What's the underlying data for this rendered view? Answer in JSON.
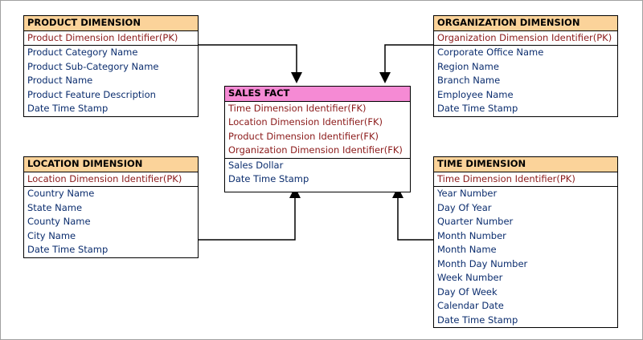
{
  "product": {
    "header": "PRODUCT DIMENSION",
    "pk": "Product Dimension Identifier(PK)",
    "attributes": [
      "Product Category Name",
      "Product Sub-Category Name",
      "Product Name",
      "Product Feature Description",
      "Date Time Stamp"
    ]
  },
  "organization": {
    "header": "ORGANIZATION DIMENSION",
    "pk": "Organization Dimension Identifier(PK)",
    "attributes": [
      "Corporate Office Name",
      "Region Name",
      "Branch Name",
      "Employee Name",
      "Date Time Stamp"
    ]
  },
  "sales_fact": {
    "header": "SALES FACT",
    "fks": [
      "Time Dimension Identifier(FK)",
      "Location Dimension Identifier(FK)",
      "Product Dimension Identifier(FK)",
      "Organization Dimension Identifier(FK)"
    ],
    "attributes": [
      "Sales Dollar",
      "Date Time Stamp"
    ]
  },
  "location": {
    "header": "LOCATION DIMENSION",
    "pk": "Location Dimension Identifier(PK)",
    "attributes": [
      "Country Name",
      "State Name",
      "County Name",
      "City Name",
      "Date Time Stamp"
    ]
  },
  "time": {
    "header": "TIME DIMENSION",
    "pk": "Time Dimension Identifier(PK)",
    "attributes": [
      "Year Number",
      "Day Of Year",
      "Quarter Number",
      "Month Number",
      "Month Name",
      "Month Day Number",
      "Week Number",
      "Day Of Week",
      "Calendar Date",
      "Date Time Stamp"
    ]
  }
}
